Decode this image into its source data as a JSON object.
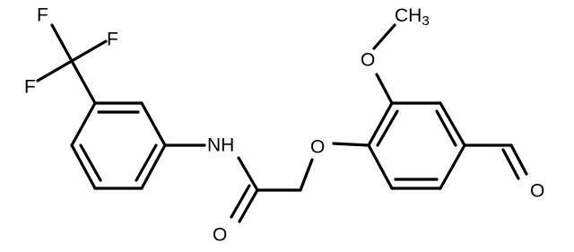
{
  "labels": {
    "f_top": "F",
    "f_right": "F",
    "f_left": "F",
    "nh": "NH",
    "o_amide": "O",
    "o_ether": "O",
    "o_methoxy": "O",
    "ch3_main": "CH",
    "ch3_sub": "3",
    "o_aldehyde": "O"
  },
  "colors": {
    "bond": "#000000",
    "background": "#ffffff"
  }
}
